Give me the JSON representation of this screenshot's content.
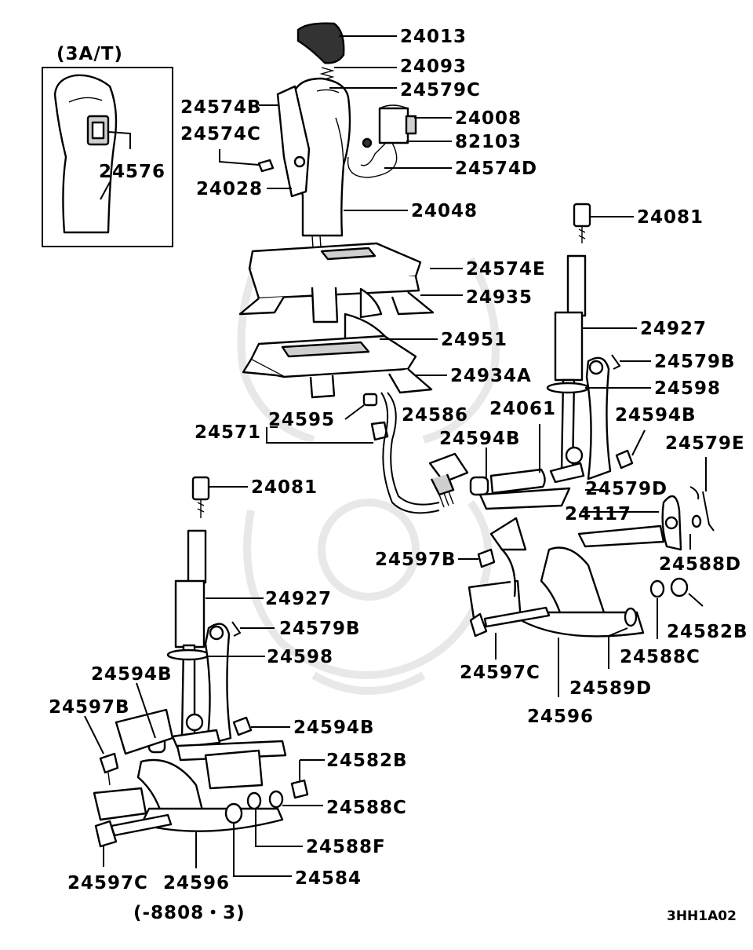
{
  "inset": {
    "title": "(3A/T)",
    "part": "24576"
  },
  "labels": {
    "l24013": "24013",
    "l24093": "24093",
    "l24579C": "24579C",
    "l24574B": "24574B",
    "l24574C": "24574C",
    "l24008": "24008",
    "l82103": "82103",
    "l24574D": "24574D",
    "l24028": "24028",
    "l24048": "24048",
    "l24081a": "24081",
    "l24574E": "24574E",
    "l24935": "24935",
    "l24927a": "24927",
    "l24951": "24951",
    "l24579Ba": "24579B",
    "l24934A": "24934A",
    "l24598a": "24598",
    "l24586": "24586",
    "l24061": "24061",
    "l24594Ba": "24594B",
    "l24595": "24595",
    "l24571": "24571",
    "l24594Bb": "24594B",
    "l24579E": "24579E",
    "l24081b": "24081",
    "l24579D": "24579D",
    "l24117": "24117",
    "l24588D": "24588D",
    "l24597Ba": "24597B",
    "l24927b": "24927",
    "l24582Ba": "24582B",
    "l24579Bb": "24579B",
    "l24598b": "24598",
    "l24588Ca": "24588C",
    "l24597Ca": "24597C",
    "l24594Bc": "24594B",
    "l24589D": "24589D",
    "l24597Bb": "24597B",
    "l24596a": "24596",
    "l24594Bd": "24594B",
    "l24582Bb": "24582B",
    "l24588Cb": "24588C",
    "l24588F": "24588F",
    "l24597Cb": "24597C",
    "l24596b": "24596",
    "l24584": "24584"
  },
  "footer": {
    "serial": "(-8808・3)",
    "code": "3HH1A02"
  }
}
